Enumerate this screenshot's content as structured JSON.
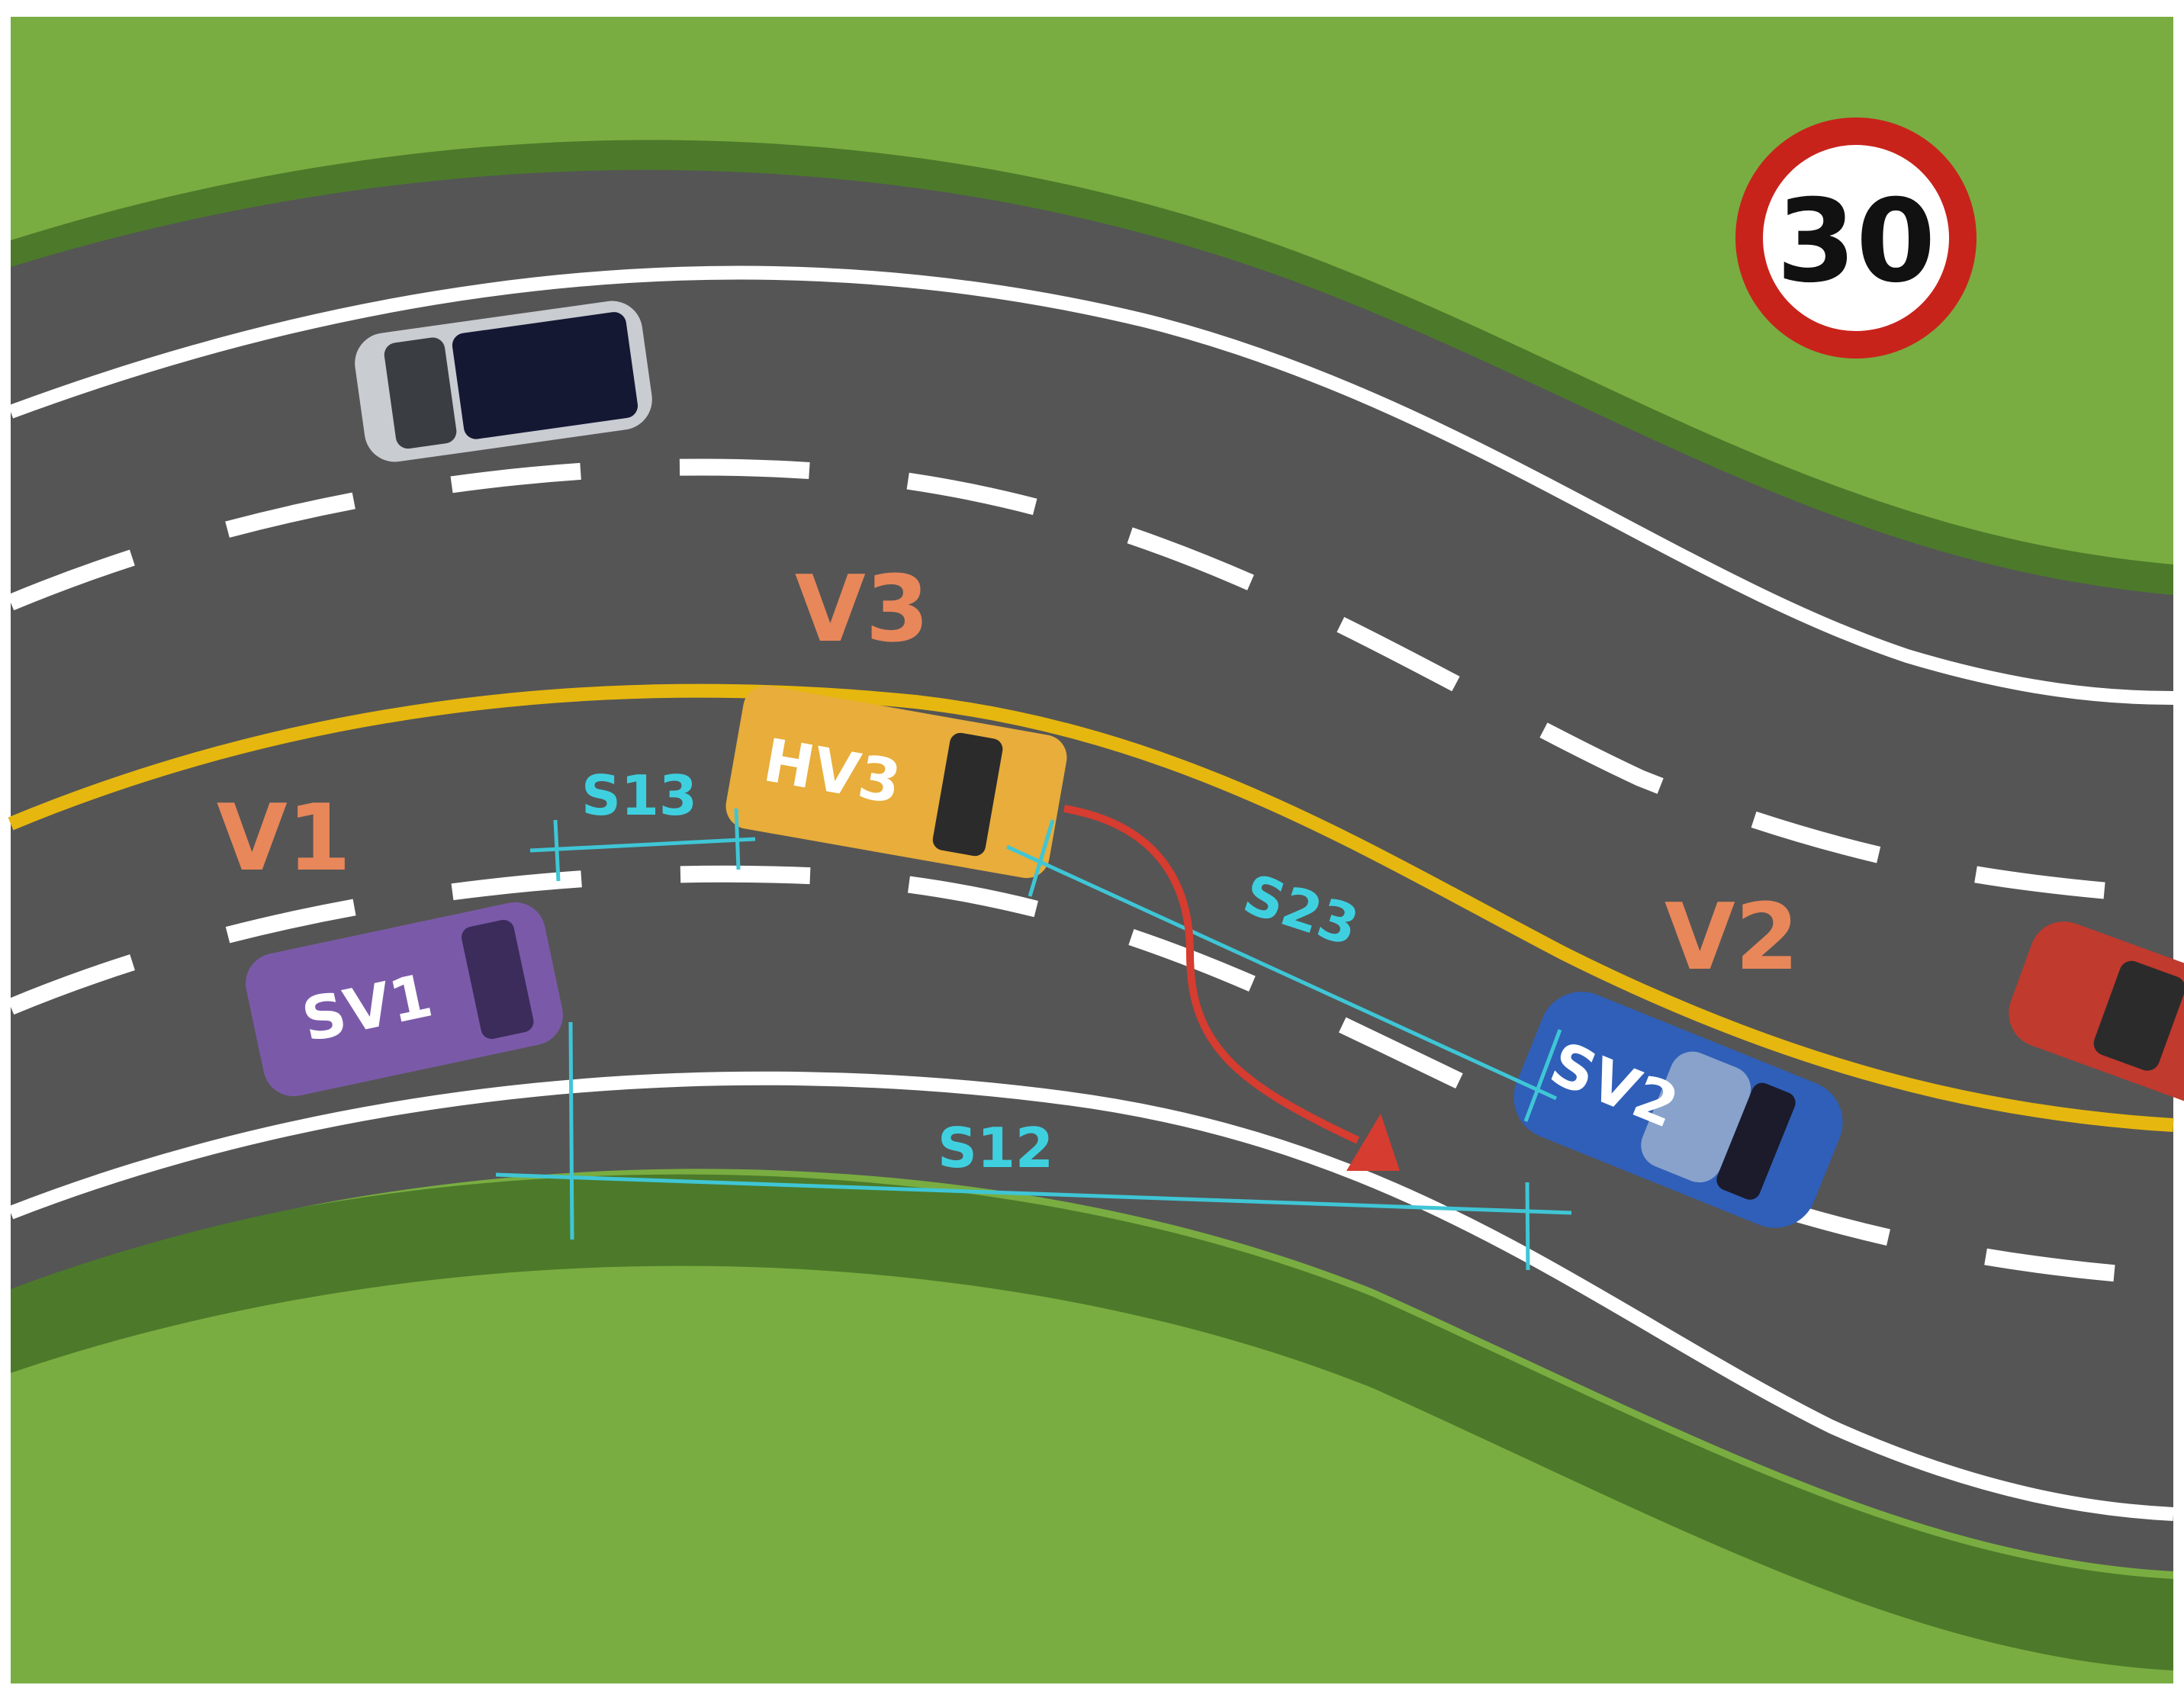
{
  "sign": {
    "speed_limit": "30"
  },
  "speed_labels": {
    "v1": "V1",
    "v2": "V2",
    "v3": "V3"
  },
  "vehicle_labels": {
    "sv1": "SV1",
    "sv2": "SV2",
    "hv3": "HV3"
  },
  "distance_labels": {
    "s12": "S12",
    "s13": "S13",
    "s23": "S23"
  },
  "colors": {
    "grass": "#79ad41",
    "grass_edge": "#4c7a2a",
    "road": "#555555",
    "lane_line": "#ffffff",
    "center_line": "#e6b70f",
    "measure": "#3fc6d6",
    "trajectory": "#d63c2f",
    "sign_ring": "#c8231b",
    "car_sv1": "#7a5aa8",
    "car_hv3": "#e8ad3a",
    "car_sv2": "#2f5fb8",
    "car_top": "#c9ccd1",
    "car_right": "#c03a2e"
  }
}
